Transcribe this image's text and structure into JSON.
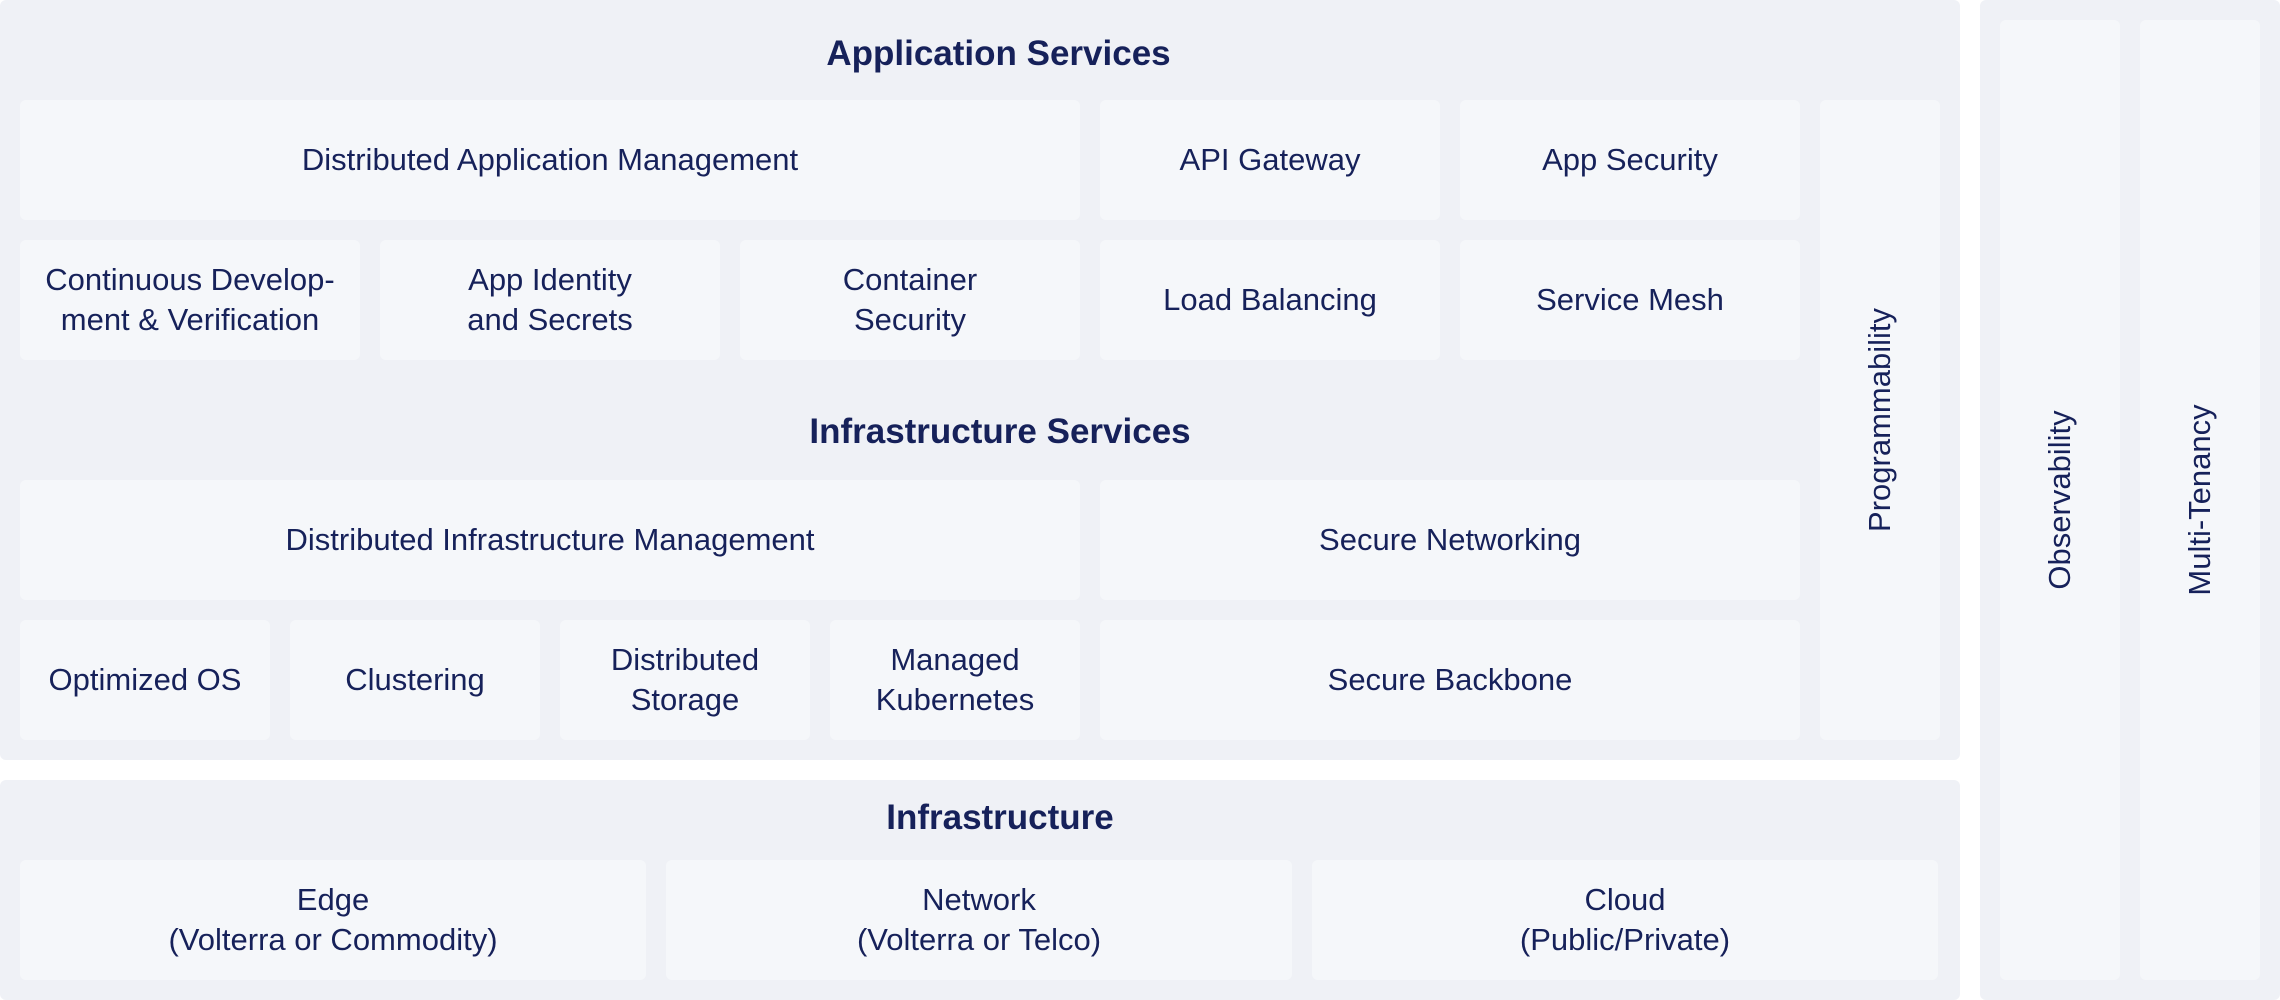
{
  "application_services": {
    "title": "Application Services",
    "boxes": {
      "distributed_app_mgmt": "Distributed Application Management",
      "api_gateway": "API Gateway",
      "app_security": "App Security",
      "continuous_dev": "Continuous Develop-\nment & Verification",
      "app_identity": "App Identity\nand Secrets",
      "container_security": "Container\nSecurity",
      "load_balancing": "Load Balancing",
      "service_mesh": "Service Mesh"
    }
  },
  "infrastructure_services": {
    "title": "Infrastructure Services",
    "boxes": {
      "distributed_infra_mgmt": "Distributed Infrastructure Management",
      "secure_networking": "Secure Networking",
      "optimized_os": "Optimized OS",
      "clustering": "Clustering",
      "distributed_storage": "Distributed\nStorage",
      "managed_kubernetes": "Managed\nKubernetes",
      "secure_backbone": "Secure Backbone"
    }
  },
  "programmability": "Programmability",
  "infrastructure": {
    "title": "Infrastructure",
    "boxes": {
      "edge": "Edge\n(Volterra or Commodity)",
      "network": "Network\n(Volterra or Telco)",
      "cloud": "Cloud\n(Public/Private)"
    }
  },
  "observability": "Observability",
  "multi_tenancy": "Multi-Tenancy",
  "colors": {
    "panel_background": "#eff1f6",
    "box_background": "#f5f7fa",
    "text": "#16215a"
  }
}
